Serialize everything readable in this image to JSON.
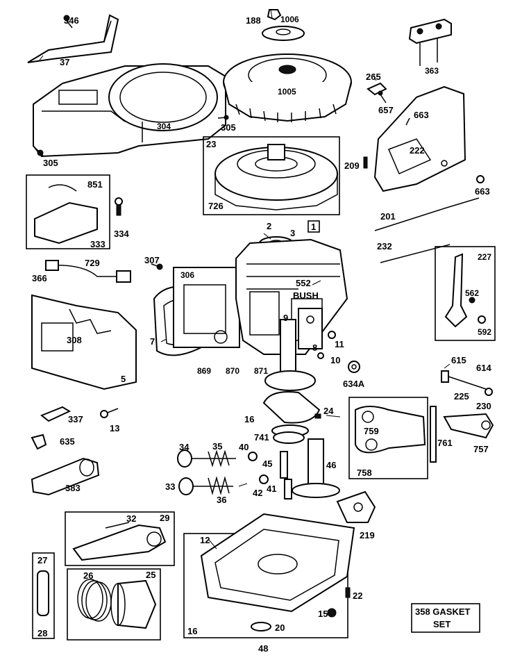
{
  "page_number": "48",
  "labels": {
    "p346": "346",
    "p37": "37",
    "p188": "188",
    "p1006": "1006",
    "p1005": "1005",
    "p363": "363",
    "p304": "304",
    "p305a": "305",
    "p305b": "305",
    "p265": "265",
    "p657": "657",
    "p663a": "663",
    "p222": "222",
    "p23": "23",
    "p726": "726",
    "p209": "209",
    "p663b": "663",
    "p851": "851",
    "p333": "333",
    "p334": "334",
    "p201": "201",
    "p2": "2",
    "p3": "3",
    "p1": "1",
    "p232": "232",
    "p307": "307",
    "p729": "729",
    "p366": "366",
    "p306": "306",
    "p552": "552",
    "bush": "BUSH",
    "p227": "227",
    "p562": "562",
    "p592": "592",
    "p9": "9",
    "p11": "11",
    "p8": "8",
    "p10": "10",
    "p308": "308",
    "p7": "7",
    "p5": "5",
    "p869": "869",
    "p870": "870",
    "p871": "871",
    "p634a": "634A",
    "p615": "615",
    "p614": "614",
    "p225": "225",
    "p230": "230",
    "p337": "337",
    "p13": "13",
    "p16": "16",
    "p24": "24",
    "p759": "759",
    "p761": "761",
    "p757": "757",
    "p758": "758",
    "p635": "635",
    "p741": "741",
    "p34": "34",
    "p35": "35",
    "p40": "40",
    "p45": "45",
    "p46": "46",
    "p383": "383",
    "p33": "33",
    "p36": "36",
    "p42": "42",
    "p41": "41",
    "p32": "32",
    "p29": "29",
    "p219": "219",
    "p27": "27",
    "p26": "26",
    "p25": "25",
    "p12": "12",
    "p22": "22",
    "p28": "28",
    "p15": "15",
    "p20": "20",
    "p16b": "16"
  },
  "gasket_set": {
    "line1": "358 GASKET",
    "line2": "SET"
  }
}
